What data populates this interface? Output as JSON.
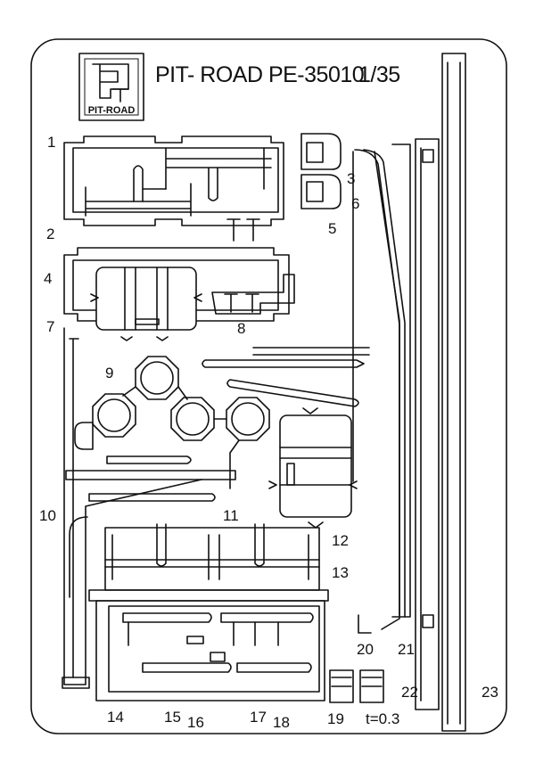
{
  "header": {
    "title": "PIT- ROAD PE-35010",
    "scale": "1/35",
    "logo_text": "PIT-ROAD"
  },
  "thickness": "t=0.3",
  "part_numbers": [
    "1",
    "2",
    "3",
    "4",
    "5",
    "6",
    "7",
    "8",
    "9",
    "10",
    "11",
    "12",
    "13",
    "14",
    "15",
    "16",
    "17",
    "18",
    "19",
    "20",
    "21",
    "22",
    "23"
  ]
}
